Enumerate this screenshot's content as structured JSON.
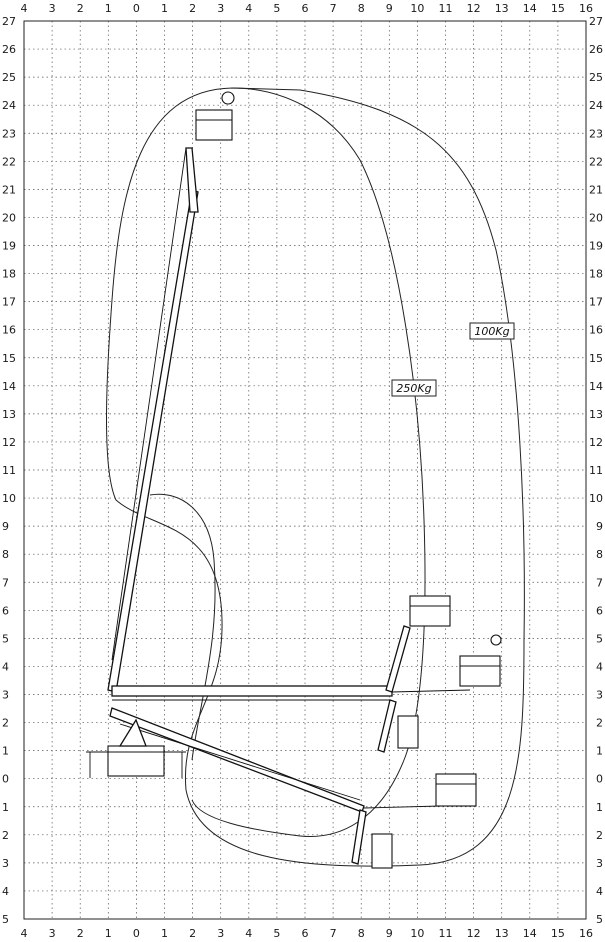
{
  "chart_data": {
    "type": "diagram",
    "x_ticks": [
      "4",
      "3",
      "2",
      "1",
      "0",
      "1",
      "2",
      "3",
      "4",
      "5",
      "6",
      "7",
      "8",
      "9",
      "10",
      "11",
      "12",
      "13",
      "14",
      "15",
      "16"
    ],
    "y_ticks": [
      "27",
      "26",
      "25",
      "24",
      "23",
      "22",
      "21",
      "20",
      "19",
      "18",
      "17",
      "16",
      "15",
      "14",
      "13",
      "12",
      "11",
      "10",
      "9",
      "8",
      "7",
      "6",
      "5",
      "4",
      "3",
      "2",
      "1",
      "0",
      "1",
      "2",
      "3",
      "4",
      "5"
    ],
    "xlim": [
      -4,
      16
    ],
    "ylim": [
      -5,
      27
    ],
    "grid": true,
    "load_labels": [
      "100Kg",
      "250Kg"
    ]
  }
}
